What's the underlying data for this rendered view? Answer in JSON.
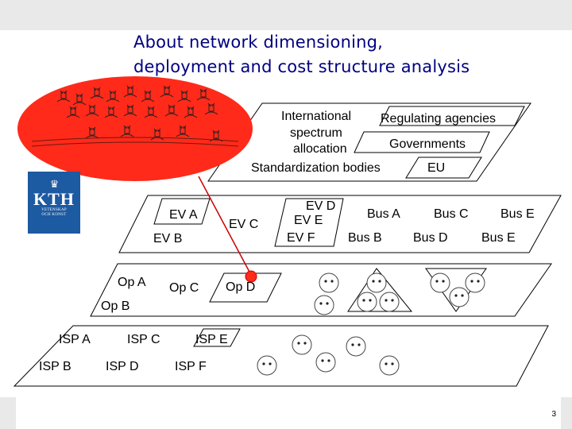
{
  "title": {
    "line1": "About network dimensioning,",
    "line2": "deployment and cost structure analysis"
  },
  "logo": {
    "name": "KTH",
    "sub_line1": "VETENSKAP",
    "sub_line2": "OCH KONST"
  },
  "regulation_layer": {
    "intl_line1": "International",
    "intl_line2": "spectrum",
    "intl_line3": "allocation",
    "agencies": "Regulating agencies",
    "governments": "Governments",
    "standardization": "Standardization bodies",
    "eu": "EU"
  },
  "vendor_layer": {
    "ev_a": "EV A",
    "ev_b": "EV B",
    "ev_c": "EV C",
    "ev_d": "EV D",
    "ev_e": "EV E",
    "ev_f": "EV F",
    "bus_a": "Bus A",
    "bus_b": "Bus B",
    "bus_c": "Bus C",
    "bus_d": "Bus D",
    "bus_e_top": "Bus E",
    "bus_e_bottom": "Bus E"
  },
  "operator_layer": {
    "op_a": "Op A",
    "op_b": "Op B",
    "op_c": "Op C",
    "op_d": "Op D"
  },
  "isp_layer": {
    "isp_a": "ISP A",
    "isp_b": "ISP B",
    "isp_c": "ISP C",
    "isp_d": "ISP D",
    "isp_e": "ISP E",
    "isp_f": "ISP F"
  },
  "page_number": "3",
  "colors": {
    "title": "#000080",
    "ellipse": "#ff2a1a",
    "link": "#cc0000",
    "logo": "#1c5aa2"
  }
}
